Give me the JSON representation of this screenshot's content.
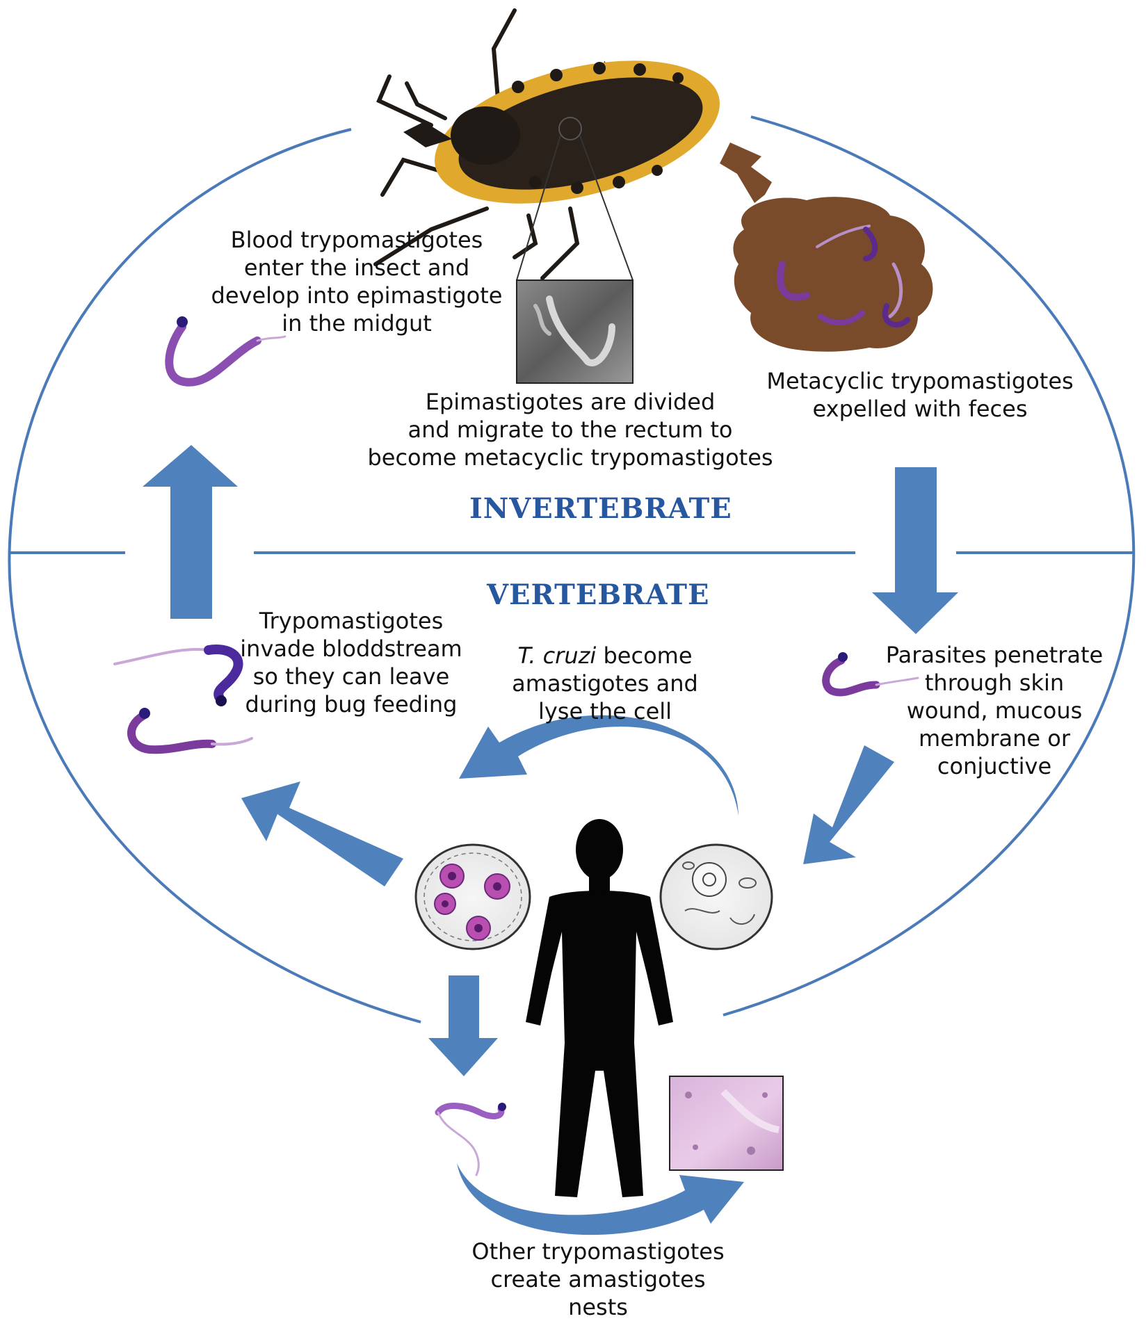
{
  "zones": {
    "invertebrate": "INVERTEBRATE",
    "vertebrate": "VERTEBRATE"
  },
  "labels": {
    "blood_trypomastigotes": "Blood trypomastigotes\nenter the insect and\ndevelop into epimastigote\nin the midgut",
    "epimastigotes_divided": "Epimastigotes are divided\nand migrate to the rectum to\nbecome metacyclic trypomastigotes",
    "metacyclic_expelled": "Metacyclic trypomastigotes\nexpelled with feces",
    "invade_bloodstream": "Trypomastigotes\ninvade bloddstream\nso they can leave\nduring bug feeding",
    "tcruzi_italic": "T. cruzi",
    "tcruzi_rest": " become\namastigotes and\nlyse the cell",
    "parasites_penetrate": "Parasites penetrate\nthrough skin\nwound, mucous\nmembrane or\nconjuctive",
    "amastigote_nests": "Other trypomastigotes\ncreate amastigotes\nnests"
  },
  "colors": {
    "cycle_line": "#4a7ab8",
    "arrow": "#4f81bd",
    "arrow_dark": "#2e5f96",
    "zone_text": "#27579f",
    "parasite": "#7a3b9c",
    "parasite_nucleus": "#2a1a7a",
    "feces": "#7a4b2a",
    "bug_body": "#1f1a16",
    "bug_edge": "#e0a92e"
  },
  "icons": {
    "insect": "triatomine-bug-icon",
    "micrograph": "epimastigote-micrograph",
    "feces": "feces-blob-icon",
    "human": "human-silhouette-icon",
    "infected_cell": "infected-cell-icon",
    "host_cell": "host-cell-icon",
    "tissue": "tissue-histology-icon",
    "parasite": "trypomastigote-icon"
  }
}
